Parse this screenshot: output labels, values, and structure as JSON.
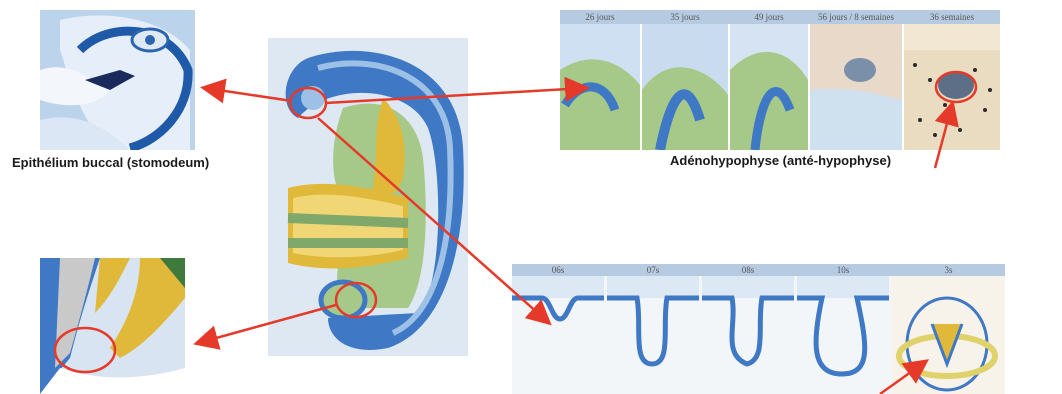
{
  "captions": {
    "stomodeum": "Epithélium buccal (stomodeum)",
    "adenohypophyse": "Adénohypophyse (anté-hypophyse)"
  },
  "top_series": {
    "stages": [
      "26 jours",
      "35 jours",
      "49 jours",
      "56 jours / 8 semaines",
      "36 semaines"
    ]
  },
  "bottom_series": {
    "stages": [
      "06s",
      "07s",
      "08s",
      "10s",
      "3s"
    ]
  },
  "colors": {
    "arrow": "#e53a2a",
    "ectoderm_blue": "#3f78c4",
    "mesenchyme_green": "#a6c98a",
    "endoderm_yellow": "#e0b83a",
    "header_blue": "#b6cbe2"
  }
}
